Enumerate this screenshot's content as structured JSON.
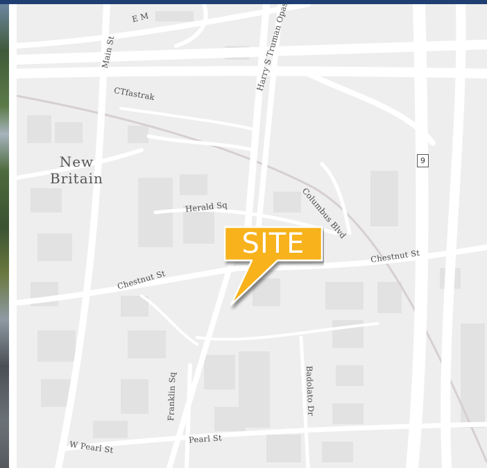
{
  "map": {
    "city_label": {
      "line1": "New",
      "line2": "Britain"
    },
    "marker": {
      "text": "SITE",
      "color": "#f7b21a"
    },
    "route_shield": "9",
    "streets": {
      "e_main": "E M",
      "main_st": "Main St",
      "ctfastrak": "CTfastrak",
      "harry_truman": "Harry S Truman Opas",
      "herald_sq": "Herald Sq",
      "columbus_blvd": "Columbus Blvd",
      "chestnut_st_east": "Chestnut St",
      "chestnut_st_west": "Chestnut St",
      "franklin_sq": "Franklin Sq",
      "badolato_dr": "Badolato Dr",
      "w_pearl_st": "W Pearl St",
      "pearl_st": "Pearl St"
    },
    "colors": {
      "background": "#eeeeee",
      "road": "#ffffff",
      "building": "#e2e2e2",
      "rail": "#d6cfd2",
      "header": "#1f3f73"
    }
  }
}
